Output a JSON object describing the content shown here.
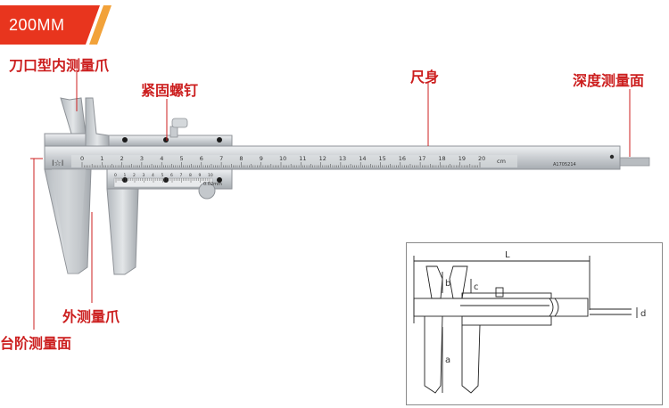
{
  "badge": {
    "text": "200MM",
    "color": "#e8351e"
  },
  "labels": {
    "inner_jaw": "刀口型内测量爪",
    "lock_screw": "紧固螺钉",
    "main_beam": "尺身",
    "depth_face": "深度测量面",
    "outer_jaw": "外测量爪",
    "step_face": "台阶测量面"
  },
  "label_color": "#cc1f1f",
  "scale": {
    "numbers": [
      "0",
      "1",
      "2",
      "3",
      "4",
      "5",
      "6",
      "7",
      "8",
      "9",
      "10",
      "11",
      "12",
      "13",
      "14",
      "15",
      "16",
      "17",
      "18",
      "19",
      "20"
    ],
    "unit": "cm",
    "vernier_numbers": [
      "0",
      "1",
      "2",
      "3",
      "4",
      "5",
      "6",
      "7",
      "8",
      "9",
      "10"
    ],
    "vernier_note": "0.02mm",
    "serial": "A1705214",
    "logo": "I☆I"
  },
  "inset": {
    "dims": {
      "L": "L",
      "b": "b",
      "c": "c",
      "d": "d",
      "a": "a"
    }
  }
}
